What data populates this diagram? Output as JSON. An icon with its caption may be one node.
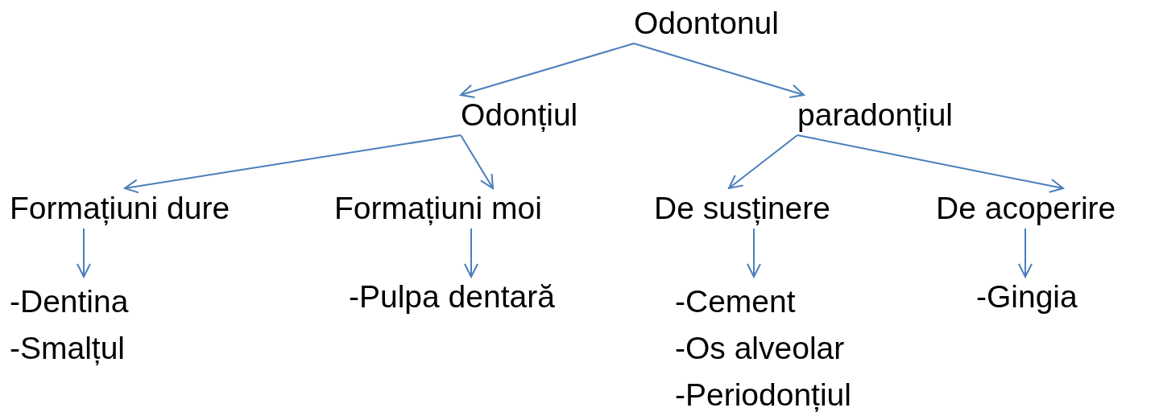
{
  "diagram": {
    "nodes": [
      {
        "text": [
          "Odontonul"
        ]
      },
      {
        "text": [
          "Odonțiul"
        ]
      },
      {
        "text": [
          "paradonțiul"
        ]
      },
      {
        "text": [
          "Formațiuni dure"
        ]
      },
      {
        "text": [
          "Formațiuni moi"
        ]
      },
      {
        "text": [
          "De susținere"
        ]
      },
      {
        "text": [
          "De acoperire"
        ]
      },
      {
        "text": [
          "-Dentina",
          "-Smalțul"
        ]
      },
      {
        "text": [
          "-Pulpa dentară"
        ]
      },
      {
        "text": [
          "-Cement",
          "-Os alveolar",
          "-Periodonțiul"
        ]
      },
      {
        "text": [
          "-Gingia"
        ]
      }
    ],
    "edges": [
      {
        "from": 0,
        "to": 1,
        "arrow": "to"
      },
      {
        "from": 0,
        "to": 2,
        "arrow": "to"
      },
      {
        "from": 1,
        "to": 3,
        "arrow": "to"
      },
      {
        "from": 1,
        "to": 4,
        "arrow": "to"
      },
      {
        "from": 2,
        "to": 5,
        "arrow": "to"
      },
      {
        "from": 2,
        "to": 6,
        "arrow": "to"
      },
      {
        "from": 3,
        "to": 7,
        "arrow": "to"
      },
      {
        "from": 4,
        "to": 8,
        "arrow": "to"
      },
      {
        "from": 5,
        "to": 9,
        "arrow": "to"
      },
      {
        "from": 6,
        "to": 10,
        "arrow": "to"
      }
    ]
  }
}
